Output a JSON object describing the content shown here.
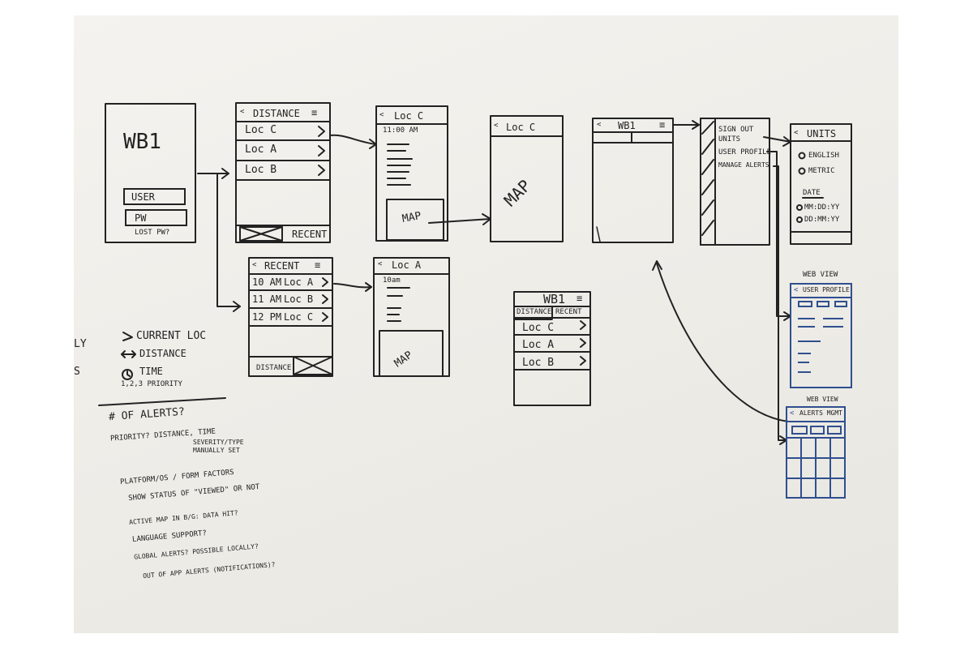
{
  "login": {
    "title": "WB1",
    "user_field": "USER",
    "pw_field": "PW",
    "lost_pw": "LOST PW?"
  },
  "distance_list": {
    "header": "DISTANCE",
    "rows": [
      "Loc C",
      "Loc A",
      "Loc B"
    ],
    "tab_label": "RECENT"
  },
  "recent_list": {
    "header": "RECENT",
    "rows": [
      {
        "time": "10 AM",
        "loc": "Loc A"
      },
      {
        "time": "11 AM",
        "loc": "Loc B"
      },
      {
        "time": "12 PM",
        "loc": "Loc C"
      }
    ],
    "tab_label": "DISTANCE"
  },
  "loc_c_detail": {
    "header": "Loc C",
    "time": "11:00 AM",
    "map_label": "MAP"
  },
  "loc_a_detail": {
    "header": "Loc A",
    "time": "10am",
    "map_label": "MAP"
  },
  "loc_c_map": {
    "header": "Loc C",
    "map_label": "MAP"
  },
  "wb1_combined": {
    "title": "WB1",
    "tab_distance": "DISTANCE",
    "tab_recent": "RECENT",
    "rows": [
      "Loc C",
      "Loc A",
      "Loc B"
    ]
  },
  "wb1_main": {
    "title": "WB1"
  },
  "menu": {
    "items": [
      "SIGN OUT",
      "UNITS",
      "USER PROFILE",
      "MANAGE ALERTS"
    ]
  },
  "units": {
    "header": "UNITS",
    "options": [
      "ENGLISH",
      "METRIC"
    ],
    "date_label": "DATE",
    "date_options": [
      "MM:DD:YY",
      "DD:MM:YY"
    ]
  },
  "webview_profile": {
    "caption": "WEB VIEW",
    "header": "USER PROFILE"
  },
  "webview_alerts": {
    "caption": "WEB VIEW",
    "header": "ALERTS MGMT"
  },
  "legend": {
    "items": [
      "CURRENT LOC",
      "DISTANCE",
      "TIME",
      "1,2,3 PRIORITY"
    ]
  },
  "left_edge": [
    "LY",
    "S"
  ],
  "notes": [
    "# OF ALERTS?",
    "PRIORITY? DISTANCE, TIME",
    "SEVERITY/TYPE",
    "MANUALLY SET",
    "PLATFORM/OS / FORM FACTORS",
    "SHOW STATUS OF \"VIEWED\" OR NOT",
    "ACTIVE MAP IN B/G: DATA HIT?",
    "LANGUAGE SUPPORT?",
    "GLOBAL ALERTS? POSSIBLE LOCALLY?",
    "OUT OF APP ALERTS (NOTIFICATIONS)?"
  ],
  "colors": {
    "ink": "#222222",
    "blue_ink": "#2f4f8f",
    "board": "#f0efea"
  }
}
